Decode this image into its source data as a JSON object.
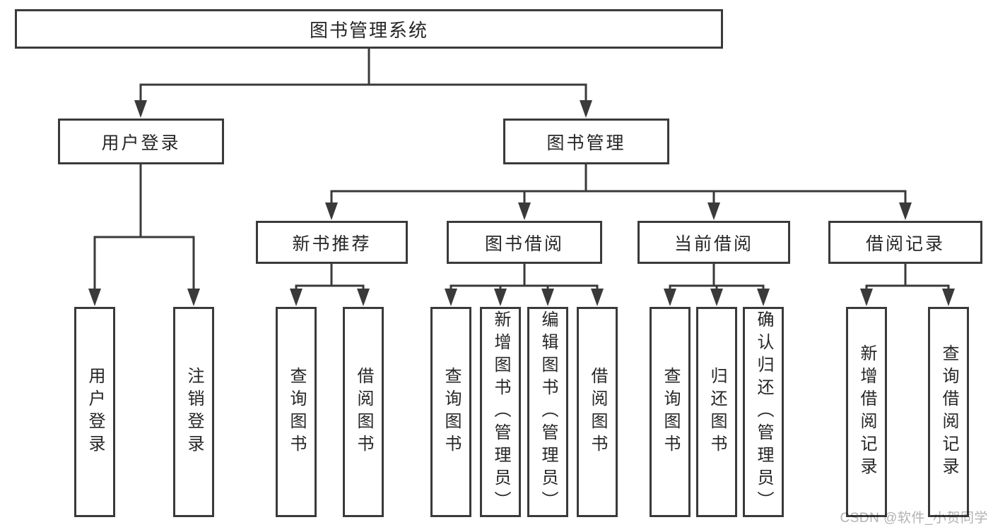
{
  "colors": {
    "line": "#3a3a3a",
    "text": "#262626",
    "watermark": "#b2b2b2",
    "background": "#ffffff"
  },
  "nodes": {
    "root": "图书管理系统",
    "login": "用户登录",
    "management": "图书管理",
    "recommend": "新书推荐",
    "borrow": "图书借阅",
    "current": "当前借阅",
    "records": "借阅记录",
    "login_user": "用户登录",
    "login_logout": "注销登录",
    "rec_query": "查询图书",
    "rec_borrow": "借阅图书",
    "bor_query": "查询图书",
    "bor_add": "新增图书（管理员）",
    "bor_edit": "编辑图书（管理员）",
    "bor_borrow": "借阅图书",
    "cur_query": "查询图书",
    "cur_return": "归还图书",
    "cur_confirm": "确认归还（管理员）",
    "rcd_add": "新增借阅记录",
    "rcd_query": "查询借阅记录"
  },
  "watermark": "CSDN @软件_小贺同学"
}
